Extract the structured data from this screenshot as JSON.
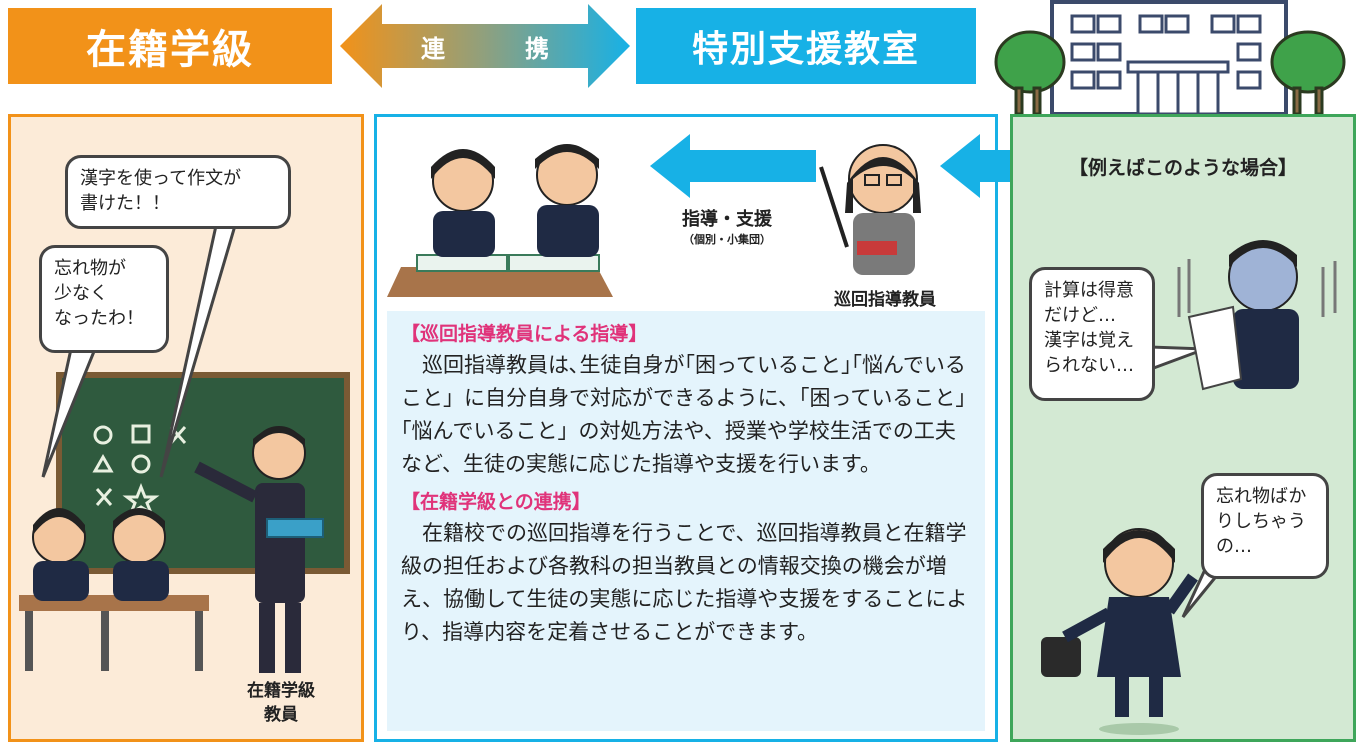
{
  "header": {
    "left_label": "在籍学級",
    "connector_label": "連　携",
    "right_label": "特別支援教室"
  },
  "left_panel": {
    "bubble_kanji": "漢字を使って作文が\n書けた！！",
    "bubble_forgot": "忘れ物が\n少なく\nなったわ！",
    "teacher_label": "在籍学級\n教員",
    "board_symbols": "○ □ ×\n△ ○\n× ✩"
  },
  "middle_panel": {
    "support_label": "指導・支援",
    "support_sub": "（個別・小集団）",
    "itinerant_label": "巡回指導教員",
    "section1_title": "【巡回指導教員による指導】",
    "section1_body": "巡回指導教員は､生徒自身が｢困っていること｣｢悩んでいること」に自分自身で対応ができるように、｢困っていること｣｢悩んでいること」の対処方法や、授業や学校生活での工夫など、生徒の実態に応じた指導や支援を行います。",
    "section2_title": "【在籍学級との連携】",
    "section2_body": "在籍校での巡回指導を行うことで、巡回指導教員と在籍学級の担任および各教科の担当教員との情報交換の機会が増え、協働して生徒の実態に応じた指導や支援をすることにより、指導内容を定着させることができます。"
  },
  "right_panel": {
    "example_title": "【例えばこのような場合】",
    "bubble_calc": "計算は得意\nだけど…\n漢字は覚え\nられない…",
    "bubble_forget": "忘れ物ばか\nりしちゃう\nの…"
  },
  "colors": {
    "orange": "#f29219",
    "cyan": "#17b1e6",
    "green": "#3ea65a",
    "pink_heading": "#e0337a",
    "light_orange_bg": "#fcebd8",
    "light_blue_bg": "#e4f4fc",
    "light_green_bg": "#d3e9d3",
    "chalkboard": "#2f5a3e"
  }
}
